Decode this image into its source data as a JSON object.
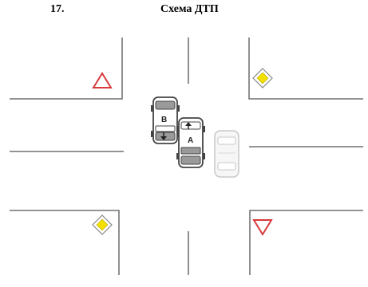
{
  "header": {
    "number": "17.",
    "title": "Схема ДТП"
  },
  "vehicles": [
    {
      "label": "B"
    },
    {
      "label": "A"
    }
  ],
  "signs": [
    {
      "kind": "warning-triangle",
      "color": "#d83a3a"
    },
    {
      "kind": "priority-road-diamond",
      "color": "#f4e000"
    },
    {
      "kind": "priority-road-diamond",
      "color": "#f4e000"
    },
    {
      "kind": "give-way-triangle",
      "color": "#d83a3a"
    }
  ],
  "colors": {
    "road_line": "#555555",
    "vehicle_dark": "#444444",
    "vehicle_ghost": "#c8c8c8"
  }
}
